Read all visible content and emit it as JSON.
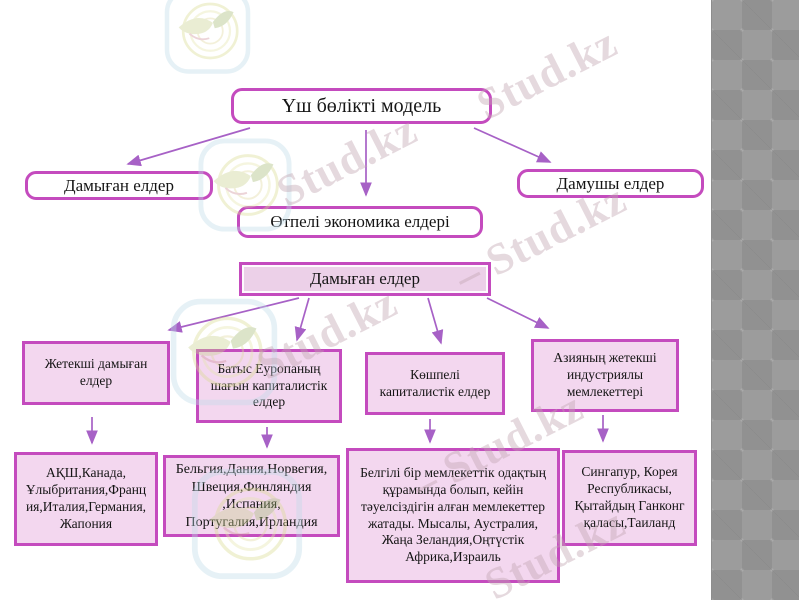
{
  "page": {
    "background": "#ffffff"
  },
  "side_strip": {
    "color": "#9c9c9c",
    "pattern": "argyle-diamonds"
  },
  "watermark": {
    "brand": "Stud.kz",
    "brand_with_dash": "– Stud.kz",
    "logo_icon": "studkz-bird-logo"
  },
  "colors": {
    "box_border": "#c44bbe",
    "box_fill": "#f3d7ef",
    "box_fill_dark": "#ecd0e8",
    "arrow": "#a761c6",
    "text": "#151515"
  },
  "diagram": {
    "root": {
      "label": "Үш бөлікті модель"
    },
    "branches": [
      {
        "label": "Дамыған елдер"
      },
      {
        "label": "Өтпелі экономика елдері"
      },
      {
        "label": "Дамушы елдер"
      }
    ],
    "developed_header": {
      "label": "Дамыған елдер"
    },
    "categories": [
      {
        "label": "Жетекші дамыған елдер"
      },
      {
        "label": "Батыс Еуропаның шағын капиталистік елдер"
      },
      {
        "label": "Көшпелі капиталистік елдер"
      },
      {
        "label": "Азияның жетекші индустриялы мемлекеттері"
      }
    ],
    "details": [
      {
        "label": "АҚШ,Канада, Ұлыбритания,Франция,Италия,Германия,Жапония"
      },
      {
        "label": "Бельгия,Дания,Норвегия,Швеция,Финляндия ,Испания, Португалия,Ирландия"
      },
      {
        "label": "Белгілі бір мемлекеттік одақтың құрамында болып, кейін тәуелсіздігін алған мемлекеттер жатады. Мысалы, Аустралия, Жаңа Зеландия,Оңтүстік Африка,Израиль"
      },
      {
        "label": "Сингапур, Корея Республикасы, Қытайдың Ганконг қаласы,Таиланд"
      }
    ]
  }
}
